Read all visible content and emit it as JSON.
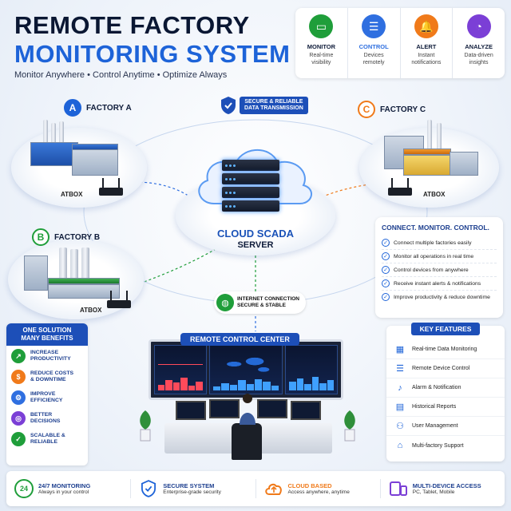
{
  "header": {
    "title_line1": "REMOTE FACTORY",
    "title_line2": "MONITORING SYSTEM",
    "tagline": "Monitor Anywhere • Control Anytime • Optimize Always"
  },
  "top_features": [
    {
      "title": "MONITOR",
      "sub1": "Real-time",
      "sub2": "visibility",
      "color": "#1f9e3a",
      "icon": "monitor-icon"
    },
    {
      "title": "CONTROL",
      "sub1": "Devices",
      "sub2": "remotely",
      "color": "#2f6fe0",
      "icon": "sliders-icon"
    },
    {
      "title": "ALERT",
      "sub1": "Instant",
      "sub2": "notifications",
      "color": "#f07a1a",
      "icon": "bell-icon"
    },
    {
      "title": "ANALYZE",
      "sub1": "Data-driven",
      "sub2": "insights",
      "color": "#7b3fd6",
      "icon": "chart-icon"
    }
  ],
  "factories": {
    "a": {
      "letter": "A",
      "name": "FACTORY A",
      "device": "ATBOX",
      "color": "#1d63d8"
    },
    "b": {
      "letter": "B",
      "name": "FACTORY B",
      "device": "ATBOX",
      "color": "#1f9e3a"
    },
    "c": {
      "letter": "C",
      "name": "FACTORY C",
      "device": "ATBOX",
      "color": "#f07a1a"
    }
  },
  "secure": {
    "line1": "SECURE & RELIABLE",
    "line2": "DATA TRANSMISSION"
  },
  "cloud": {
    "line1": "CLOUD SCADA",
    "line2": "SERVER"
  },
  "internet": {
    "line1": "INTERNET CONNECTION",
    "line2": "SECURE & STABLE"
  },
  "cmc": {
    "title": "CONNECT. MONITOR. CONTROL.",
    "items": [
      "Connect multiple factories easily",
      "Monitor all operations in real time",
      "Control devices from anywhere",
      "Receive instant alerts & notifications",
      "Improve productivity & reduce downtime"
    ]
  },
  "benefits": {
    "head1": "ONE SOLUTION",
    "head2": "MANY BENEFITS",
    "items": [
      {
        "line1": "INCREASE",
        "line2": "PRODUCTIVITY",
        "color": "#1f9e3a",
        "icon": "growth-icon"
      },
      {
        "line1": "REDUCE COSTS",
        "line2": "& DOWNTIME",
        "color": "#f07a1a",
        "icon": "dollar-icon"
      },
      {
        "line1": "IMPROVE",
        "line2": "EFFICIENCY",
        "color": "#2f6fe0",
        "icon": "gear-icon"
      },
      {
        "line1": "BETTER",
        "line2": "DECISIONS",
        "color": "#7b3fd6",
        "icon": "target-icon"
      },
      {
        "line1": "SCALABLE &",
        "line2": "RELIABLE",
        "color": "#1f9e3a",
        "icon": "shield-icon"
      }
    ]
  },
  "control_center": {
    "label": "REMOTE CONTROL CENTER"
  },
  "key_features": {
    "title": "KEY FEATURES",
    "items": [
      {
        "label": "Real-time Data Monitoring",
        "icon": "chart-icon"
      },
      {
        "label": "Remote Device Control",
        "icon": "sliders-icon"
      },
      {
        "label": "Alarm & Notification",
        "icon": "bell-icon"
      },
      {
        "label": "Historical Reports",
        "icon": "document-icon"
      },
      {
        "label": "User Management",
        "icon": "users-icon"
      },
      {
        "label": "Multi-factory Support",
        "icon": "factory-icon"
      }
    ]
  },
  "bottom": [
    {
      "title": "24/7 MONITORING",
      "sub": "Always in your control",
      "icon": "clock-24-icon",
      "color": "#1f9e3a"
    },
    {
      "title": "SECURE SYSTEM",
      "sub": "Enterprise-grade security",
      "icon": "shield-icon",
      "color": "#1d63d8"
    },
    {
      "title": "CLOUD BASED",
      "sub": "Access anywhere, anytime",
      "icon": "cloud-icon",
      "color": "#f07a1a"
    },
    {
      "title": "MULTI-DEVICE ACCESS",
      "sub": "PC, Tablet, Mobile",
      "icon": "devices-icon",
      "color": "#7b3fd6"
    }
  ]
}
